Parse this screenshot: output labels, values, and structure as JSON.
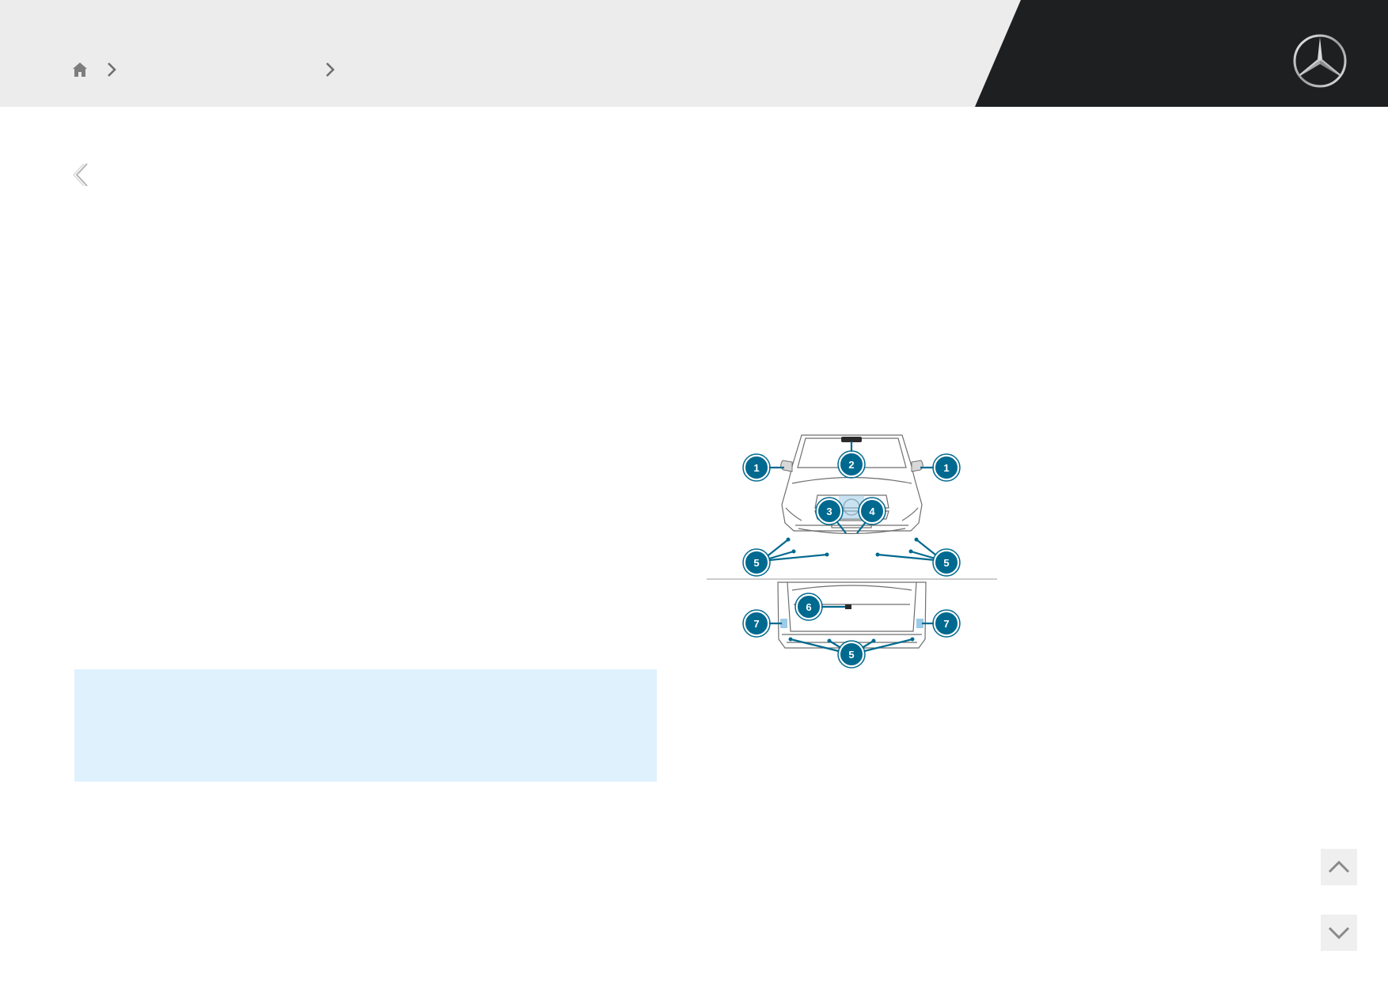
{
  "header": {
    "breadcrumb": [
      {
        "icon": "home-icon"
      },
      {
        "label": ""
      },
      {
        "label": ""
      }
    ],
    "logo": "mercedes-star-icon",
    "colors": {
      "header_bg": "#ececec",
      "header_dark": "#1e1f21",
      "accent": "#00698f"
    }
  },
  "navigation": {
    "back_icon": "chevron-left-icon",
    "scroll_up_icon": "chevron-up-icon",
    "scroll_down_icon": "chevron-down-icon"
  },
  "figure": {
    "callouts": [
      "1",
      "2",
      "1",
      "3",
      "4",
      "5",
      "5",
      "6",
      "7",
      "7",
      "5"
    ]
  },
  "note": {
    "text": ""
  }
}
